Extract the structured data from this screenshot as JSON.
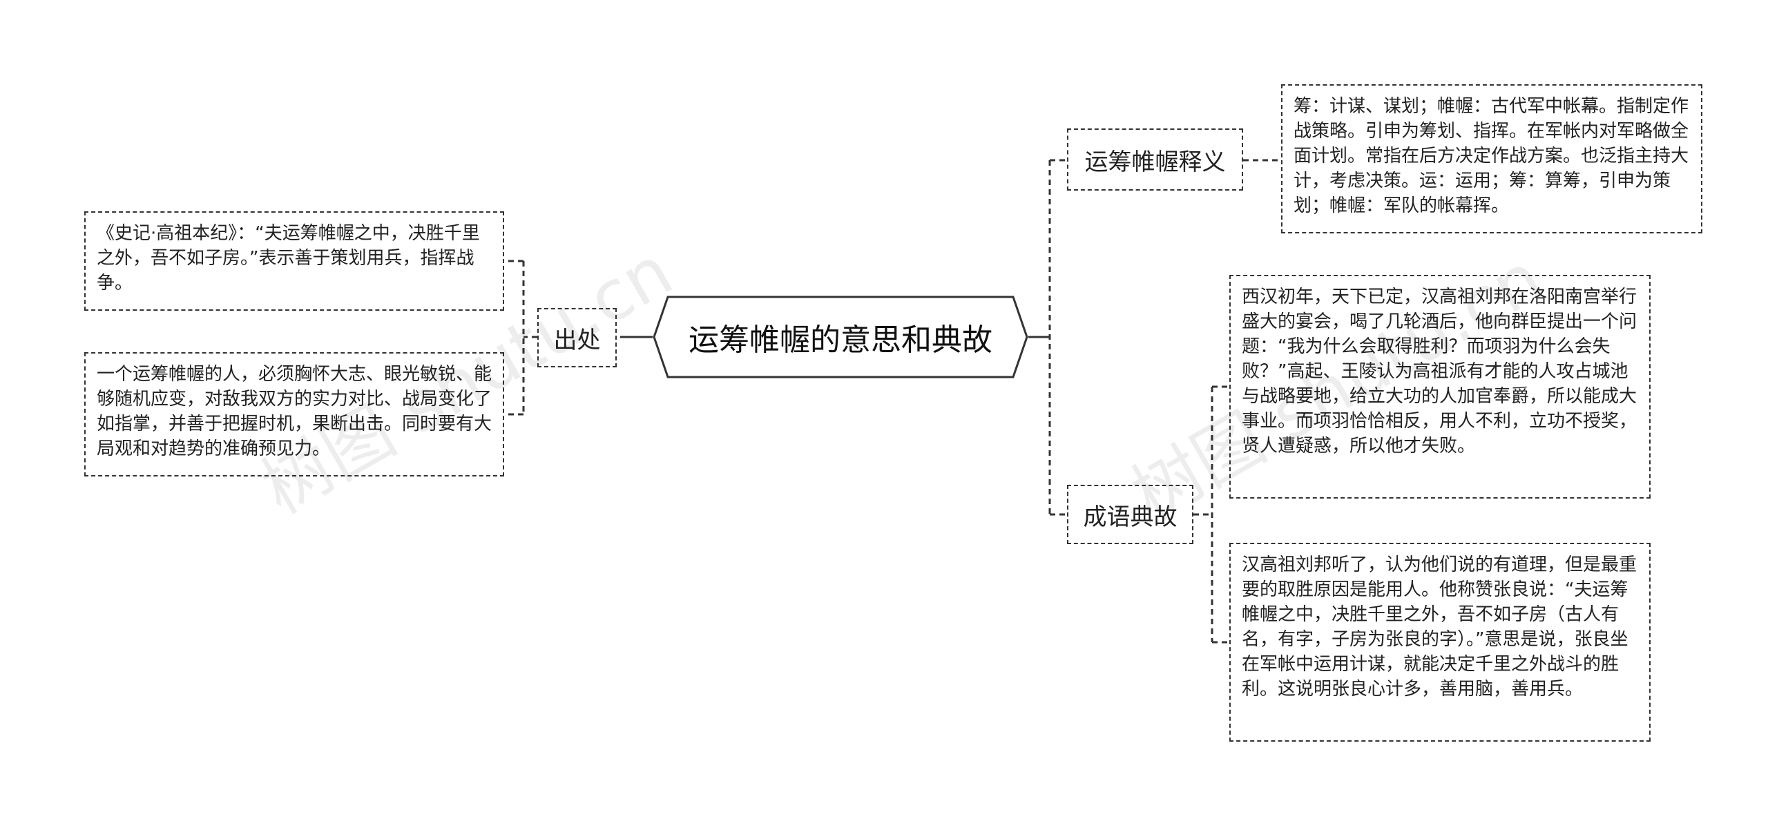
{
  "root": {
    "label": "运筹帷幄的意思和典故"
  },
  "branches": {
    "chuchu": {
      "label": "出处",
      "leaves": [
        "《史记·高祖本纪》：“夫运筹帷幄之中，决胜千里之外，吾不如子房。”表示善于策划用兵，指挥战争。",
        "一个运筹帷幄的人，必须胸怀大志、眼光敏锐、能够随机应变，对敌我双方的实力对比、战局变化了如指掌，并善于把握时机，果断出击。同时要有大局观和对趋势的准确预见力。"
      ]
    },
    "shiyi": {
      "label": "运筹帷幄释义",
      "leaves": [
        "筹：计谋、谋划；帷幄：古代军中帐幕。指制定作战策略。引申为筹划、指挥。在军帐内对军略做全面计划。常指在后方决定作战方案。也泛指主持大计，考虑决策。运：运用；筹：算筹，引申为策划；帷幄：军队的帐幕挥。"
      ]
    },
    "diangu": {
      "label": "成语典故",
      "leaves": [
        "西汉初年，天下已定，汉高祖刘邦在洛阳南宫举行盛大的宴会，喝了几轮酒后，他向群臣提出一个问题：“我为什么会取得胜利？而项羽为什么会失败？”高起、王陵认为高祖派有才能的人攻占城池与战略要地，给立大功的人加官奉爵，所以能成大事业。而项羽恰恰相反，用人不利，立功不授奖，贤人遭疑惑，所以他才失败。",
        "汉高祖刘邦听了，认为他们说的有道理，但是最重要的取胜原因是能用人。他称赞张良说：“夫运筹帷幄之中，决胜千里之外，吾不如子房（古人有名，有字，子房为张良的字）。”意思是说，张良坐在军帐中运用计谋，就能决定千里之外战斗的胜利。这说明张良心计多，善用脑，善用兵。"
      ]
    }
  },
  "watermarks": [
    "树图 shutu.cn",
    "树图 shutu.cn"
  ],
  "colors": {
    "line": "#333333",
    "text": "#222222",
    "background": "#ffffff"
  }
}
